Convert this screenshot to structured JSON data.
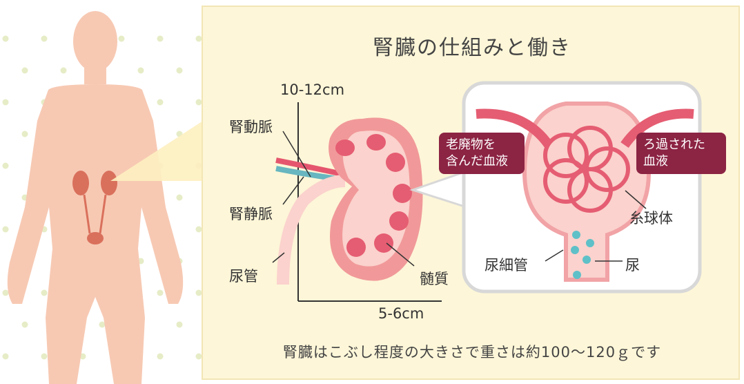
{
  "title": "腎臓の仕組みと働き",
  "caption": "腎臓はこぶし程度の大きさで重さは約100～120ｇです",
  "dimensions": {
    "length": "10-12cm",
    "width": "5-6cm"
  },
  "labels": {
    "renal_artery": "腎動脈",
    "renal_vein": "腎静脈",
    "ureter": "尿管",
    "medulla": "髄質",
    "glomerulus": "糸球体",
    "renal_tubule": "尿細管",
    "urine": "尿"
  },
  "tags": {
    "waste_blood_line1": "老廃物を",
    "waste_blood_line2": "含んだ血液",
    "filtered_blood_line1": "ろ過された",
    "filtered_blood_line2": "血液"
  },
  "colors": {
    "panel": "#fdf6d8",
    "skin": "#f7c9b3",
    "kidney": "#f08f8f",
    "tag": "#8c2444",
    "urine_dot": "#5fc0c8"
  }
}
